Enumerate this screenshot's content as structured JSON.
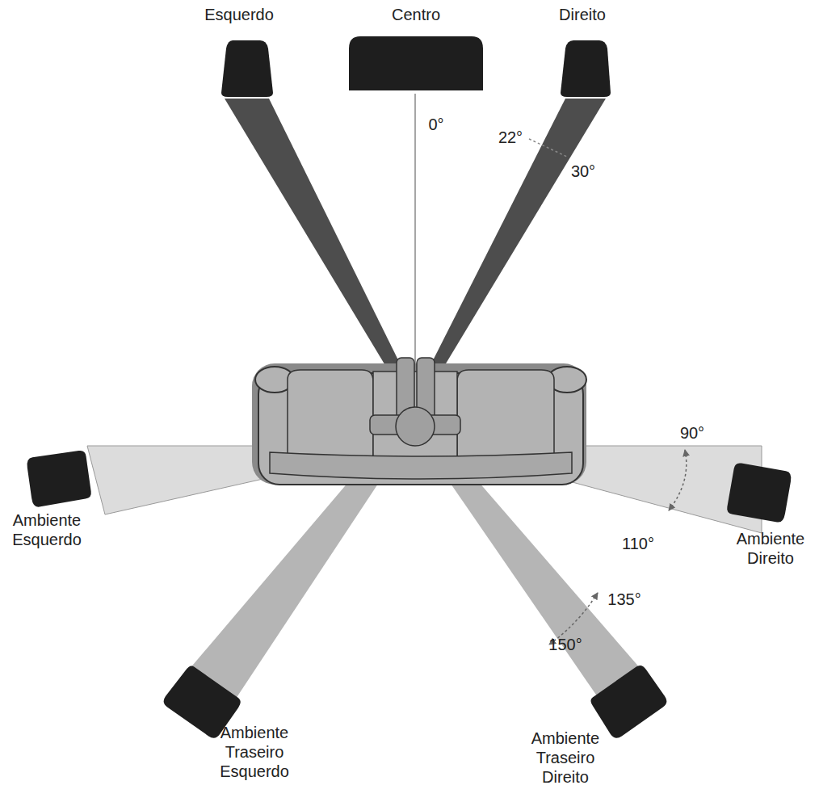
{
  "diagram": {
    "labels": [
      "Esquerdo",
      "Centro",
      "Direito",
      "0°",
      "22°",
      "30°",
      "90°",
      "110°",
      "Ambiente Esquerdo",
      "Ambiente Direito",
      "135°",
      "150°",
      "Ambiente Traseiro Esquerdo",
      "Ambiente Traseiro Direito"
    ]
  }
}
